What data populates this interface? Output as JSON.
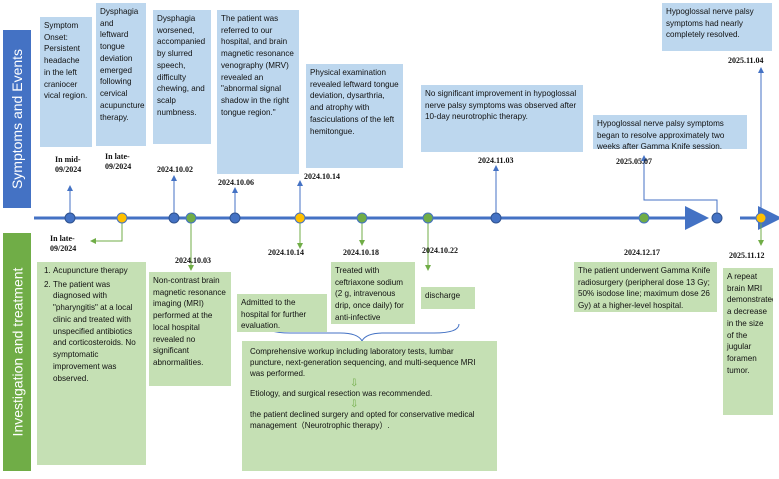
{
  "sides": {
    "top": "Symptoms and Events",
    "bottom": "Investigation and treatment"
  },
  "events": {
    "e1": {
      "text": "Symptom Onset: Persistent headache in the left craniocer vical region.",
      "date": "In mid-09/2024"
    },
    "e2": {
      "text": "Dysphagia and leftward tongue deviation emerged following cervical acupuncture therapy.",
      "date": "In late-09/2024"
    },
    "e3": {
      "text": "Dysphagia worsened, accompanied by slurred speech, difficulty chewing, and scalp numbness.",
      "date": "2024.10.02"
    },
    "e4": {
      "text": "The patient was referred to our hospital, and brain magnetic resonance venography (MRV) revealed an \"abnormal signal shadow in the right tongue region.\"",
      "date": "2024.10.06"
    },
    "e5": {
      "text": "Physical examination revealed leftward tongue deviation, dysarthria, and atrophy with fasciculations of the left hemitongue.",
      "date": "2024.10.14"
    },
    "e6": {
      "text": "No significant improvement in hypoglossal nerve palsy symptoms was observed after 10-day neurotrophic therapy.",
      "date": "2024.11.03"
    },
    "e7": {
      "text": "Hypoglossal nerve palsy symptoms began to resolve approximately two weeks after Gamma Knife session.",
      "date": "2025.05.07"
    },
    "e8": {
      "text": "Hypoglossal nerve palsy symptoms had nearly completely resolved.",
      "date": "2025.11.04"
    }
  },
  "treatments": {
    "t1": {
      "date": "In late-09/2024",
      "items": [
        "Acupuncture therapy",
        "The patient was diagnosed with \"pharyngitis\" at a local clinic and treated with unspecified antibiotics and corticosteroids. No symptomatic improvement was observed."
      ]
    },
    "t2": {
      "text": "Non-contrast brain magnetic resonance imaging (MRI) performed at the local hospital revealed no significant abnormalities.",
      "date": "2024.10.03"
    },
    "t3": {
      "text": "Admitted to the hospital for further evaluation.",
      "date": "2024.10.14"
    },
    "t4": {
      "text": "Treated with ceftriaxone sodium (2 g, intravenous drip, once daily) for anti-infective therapy.",
      "date": "2024.10.18"
    },
    "t5": {
      "text": "discharge",
      "date": "2024.10.22"
    },
    "t6": {
      "text": "The patient underwent Gamma Knife radiosurgery (peripheral dose 13 Gy; 50% isodose line; maximum dose 26 Gy) at a higher-level hospital.",
      "date": "2024.12.17"
    },
    "t7": {
      "text": "A repeat brain MRI demonstrated a decrease in the size of the jugular foramen tumor.",
      "date": "2025.11.12"
    }
  },
  "summary": {
    "line1": "Comprehensive workup including laboratory tests, lumbar puncture, next-generation sequencing, and multi-sequence MRI was performed.",
    "line2": "Etiology, and surgical resection was recommended.",
    "line3": "the patient declined surgery and opted for conservative medical management（Neurotrophic therapy）."
  },
  "colors": {
    "timeline": "#4472c4",
    "blue_box": "#bdd7ee",
    "green_box": "#c5e0b4",
    "blue_node": "#4472c4",
    "orange_node": "#ffc000",
    "green_node": "#70ad47"
  },
  "icons": [
    "down-arrow-icon",
    "arrow-right-icon",
    "brace-icon"
  ]
}
